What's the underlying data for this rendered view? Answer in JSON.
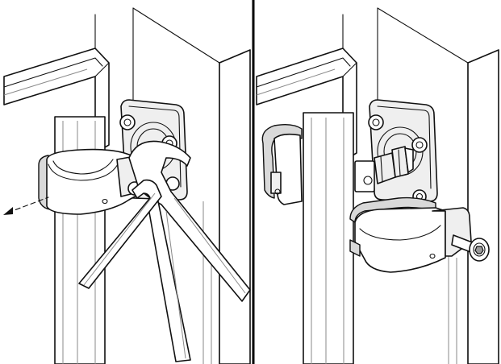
{
  "figure": {
    "panels": [
      {
        "id": "left",
        "depicts": "clamp-removal-with-hex-key-and-wrench"
      },
      {
        "id": "right",
        "depicts": "clamp-and-bolt-disassembled"
      }
    ],
    "divider_color": "#000000",
    "line_color": "#111111",
    "shade_color": "#d9d9d9"
  }
}
